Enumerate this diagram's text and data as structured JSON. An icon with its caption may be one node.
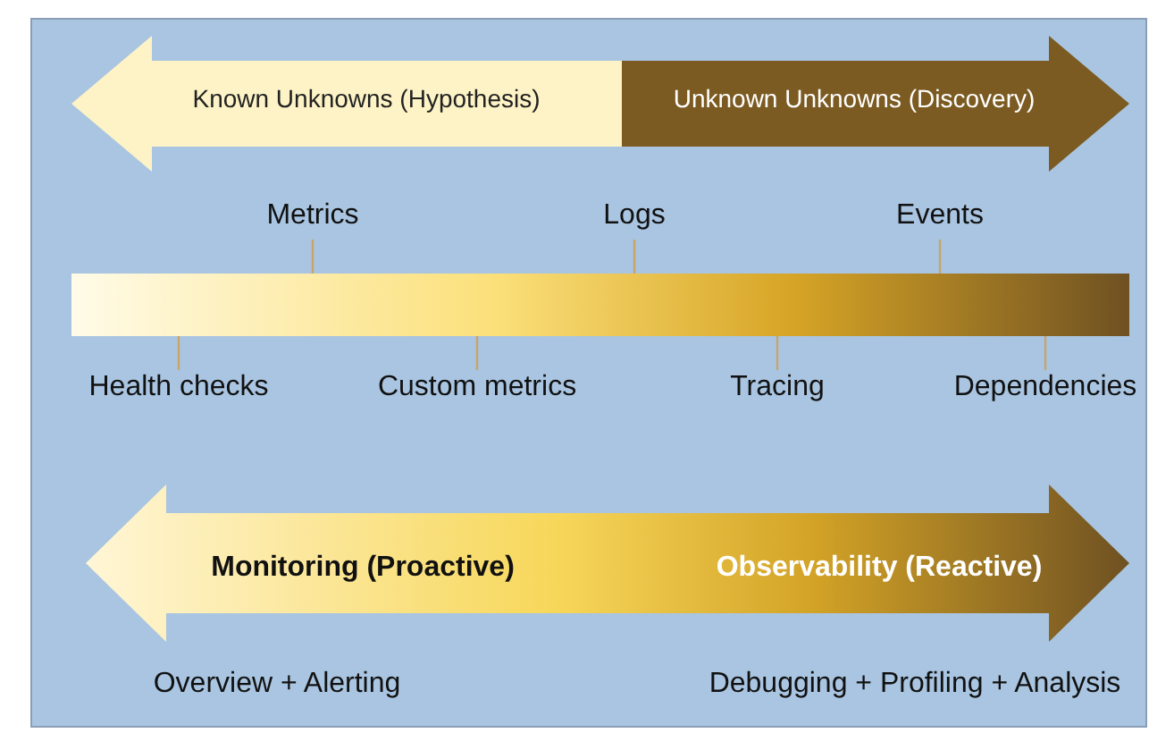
{
  "diagram": {
    "nodes": [
      {
        "text": [
          "Known Unknowns (Hypothesis)",
          "Unknown Unknowns (Discovery)"
        ]
      },
      {
        "text": [
          "Metrics"
        ]
      },
      {
        "text": [
          "Logs"
        ]
      },
      {
        "text": [
          "Events"
        ]
      },
      {
        "text": [],
        "shape": "bar"
      },
      {
        "text": [
          "Health checks"
        ]
      },
      {
        "text": [
          "Custom metrics"
        ]
      },
      {
        "text": [
          "Tracing"
        ]
      },
      {
        "text": [
          "Dependencies"
        ]
      },
      {
        "text": [
          "Monitoring (Proactive)",
          "Observability (Reactive)"
        ]
      }
    ],
    "edges": [
      {
        "from": 1,
        "to": 4,
        "arrow": "none"
      },
      {
        "from": 2,
        "to": 4,
        "arrow": "none"
      },
      {
        "from": 3,
        "to": 4,
        "arrow": "none"
      },
      {
        "from": 5,
        "to": 4,
        "arrow": "none"
      },
      {
        "from": 6,
        "to": 4,
        "arrow": "none"
      },
      {
        "from": 7,
        "to": 4,
        "arrow": "none"
      },
      {
        "from": 8,
        "to": 4,
        "arrow": "none"
      }
    ],
    "labels": [
      "Overview + Alerting",
      "Debugging + Profiling + Analysis"
    ]
  }
}
